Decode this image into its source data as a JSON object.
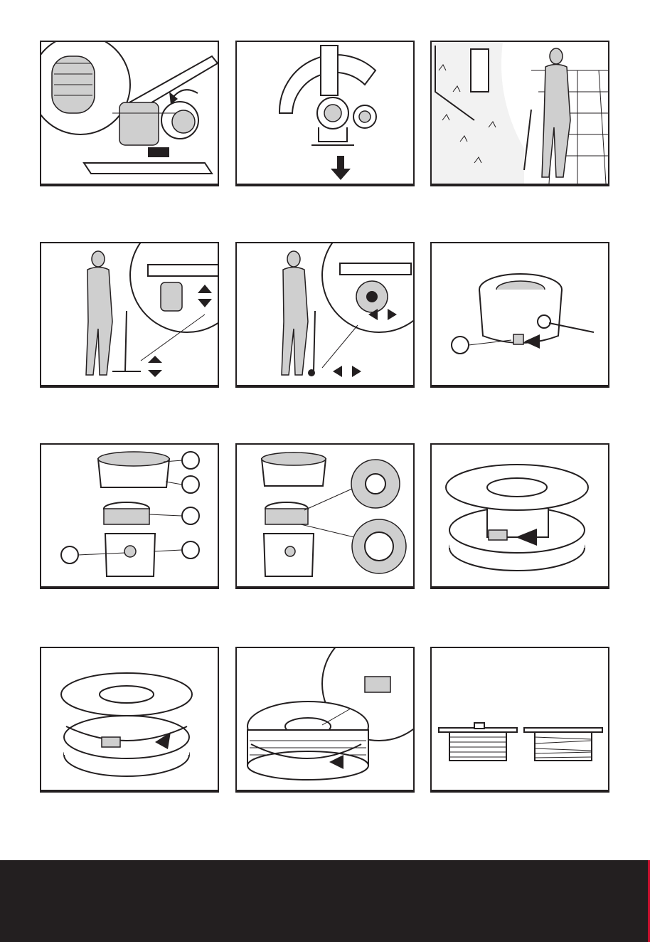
{
  "panels": [
    {
      "id": "trimmer-head-knob-rotate"
    },
    {
      "id": "guard-attach-push-down"
    },
    {
      "id": "edging-mode-woman-walking"
    },
    {
      "id": "wheel-height-adjust"
    },
    {
      "id": "wheel-position-slide"
    },
    {
      "id": "spool-cover-release-button"
    },
    {
      "id": "spool-assembly-exploded"
    },
    {
      "id": "spool-line-routing"
    },
    {
      "id": "spool-insert-arrow"
    },
    {
      "id": "spool-rotate-assemble"
    },
    {
      "id": "spool-winding-direction"
    },
    {
      "id": "spool-correct-incorrect-winding"
    }
  ],
  "colors": {
    "ink": "#231f20",
    "figure_gray": "#cfcfcf",
    "footer": "#231f20",
    "footer_accent": "#c8102e"
  },
  "callout_icons": [
    "circle-label-icon"
  ]
}
